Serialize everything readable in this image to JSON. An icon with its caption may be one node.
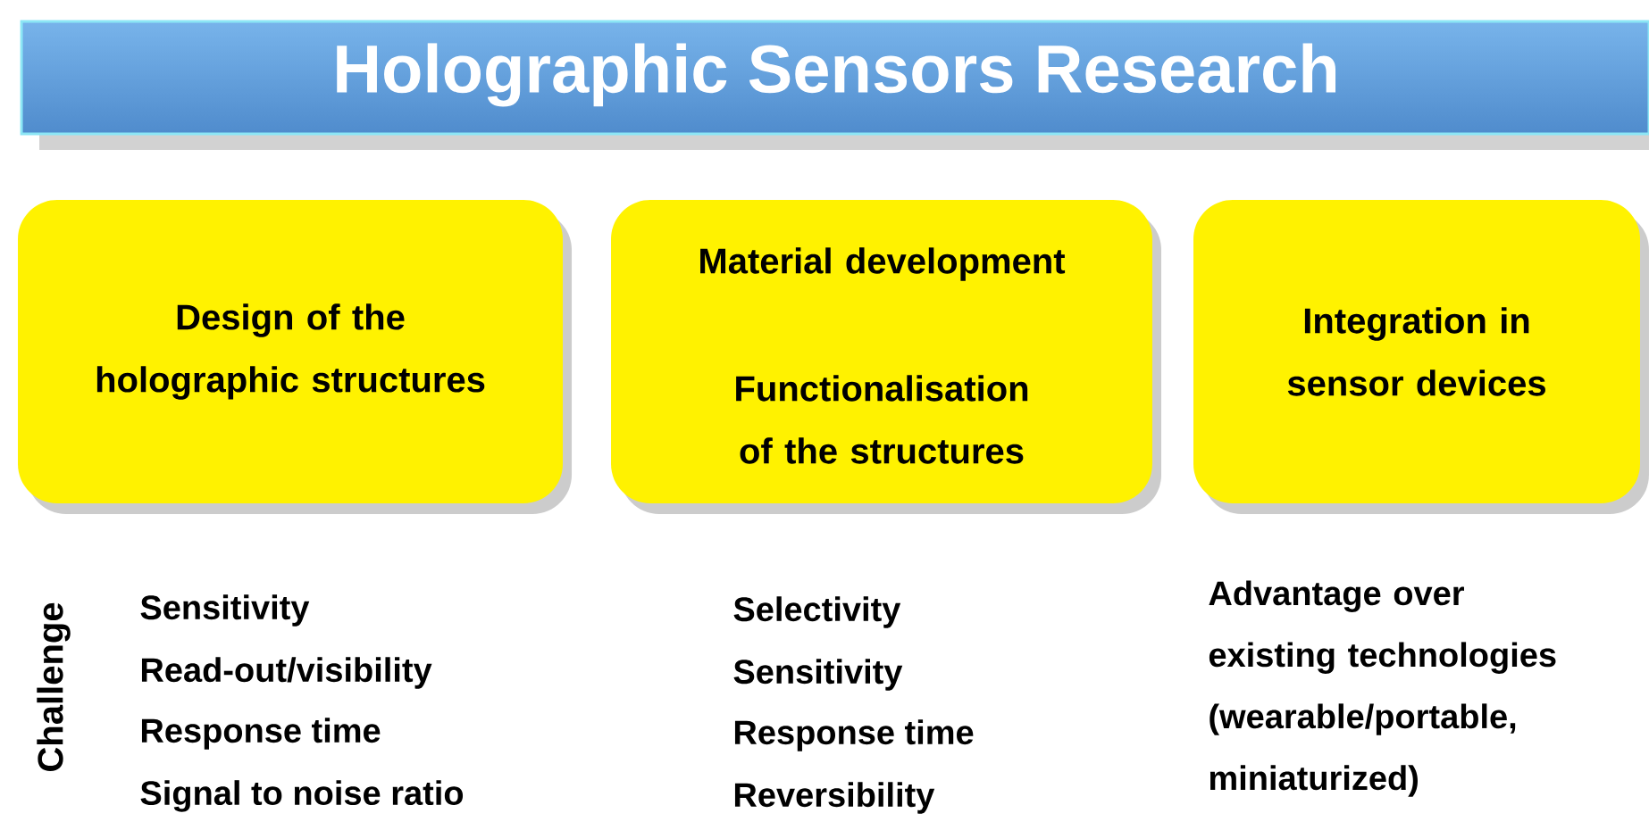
{
  "diagram": {
    "title": "Holographic Sensors Research",
    "nodes": [
      {
        "text": [
          "Design of the holographic structures"
        ]
      },
      {
        "text": [
          "Material development",
          "Functionalisation of the structures"
        ]
      },
      {
        "text": [
          "Integration in sensor devices"
        ]
      }
    ],
    "labels": [
      "Challenge",
      "Sensitivity",
      "Read-out/visibility",
      "Response time",
      "Signal to noise ratio",
      "Selectivity",
      "Sensitivity",
      "Response time",
      "Reversibility",
      "Advantage over existing technologies (wearable/portable, miniaturized)"
    ]
  }
}
